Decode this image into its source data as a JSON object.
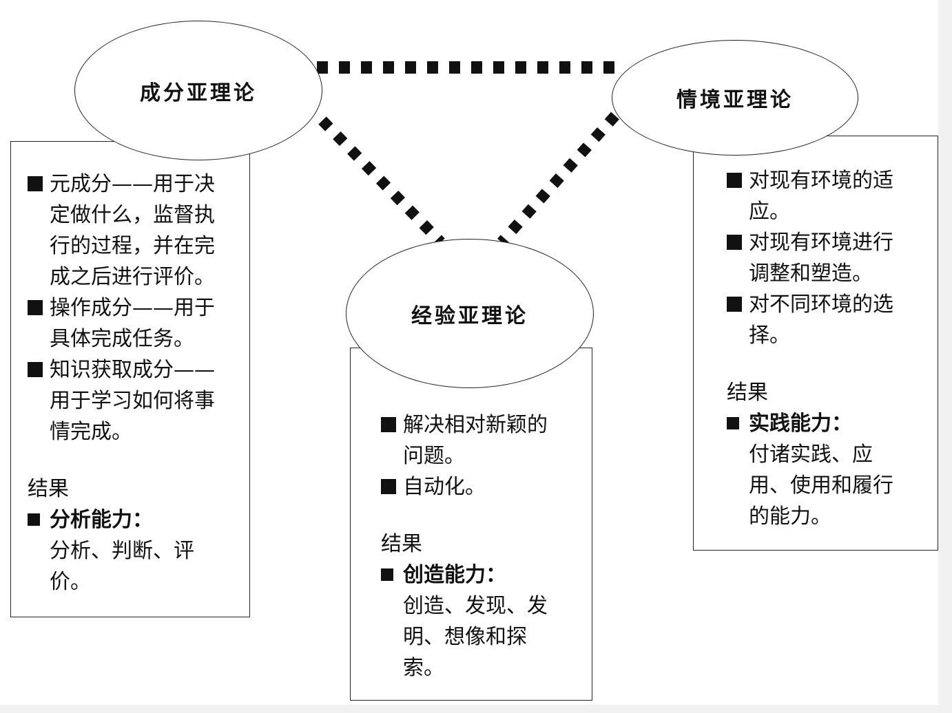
{
  "theories": {
    "componential": {
      "title": "成分亚理论",
      "items": [
        "元成分——用于决定做什么，监督执行的过程，并在完成之后进行评价。",
        "操作成分——用于具体完成任务。",
        "知识获取成分——用于学习如何将事情完成。"
      ],
      "result_label": "结果",
      "ability": "分析能力：",
      "ability_desc": "分析、判断、评价。"
    },
    "experiential": {
      "title": "经验亚理论",
      "items": [
        "解决相对新颖的问题。",
        "自动化。"
      ],
      "result_label": "结果",
      "ability": "创造能力：",
      "ability_desc": "创造、发现、发明、想像和探索。"
    },
    "contextual": {
      "title": "情境亚理论",
      "items": [
        "对现有环境的适应。",
        "对现有环境进行调整和塑造。",
        "对不同环境的选择。"
      ],
      "result_label": "结果",
      "ability": "实践能力：",
      "ability_desc": "付诸实践、应用、使用和履行的能力。"
    }
  },
  "colors": {
    "line": "#111111",
    "border": "#222222",
    "background": "#ffffff"
  },
  "icons": {
    "bullet": "filled-square-icon"
  }
}
